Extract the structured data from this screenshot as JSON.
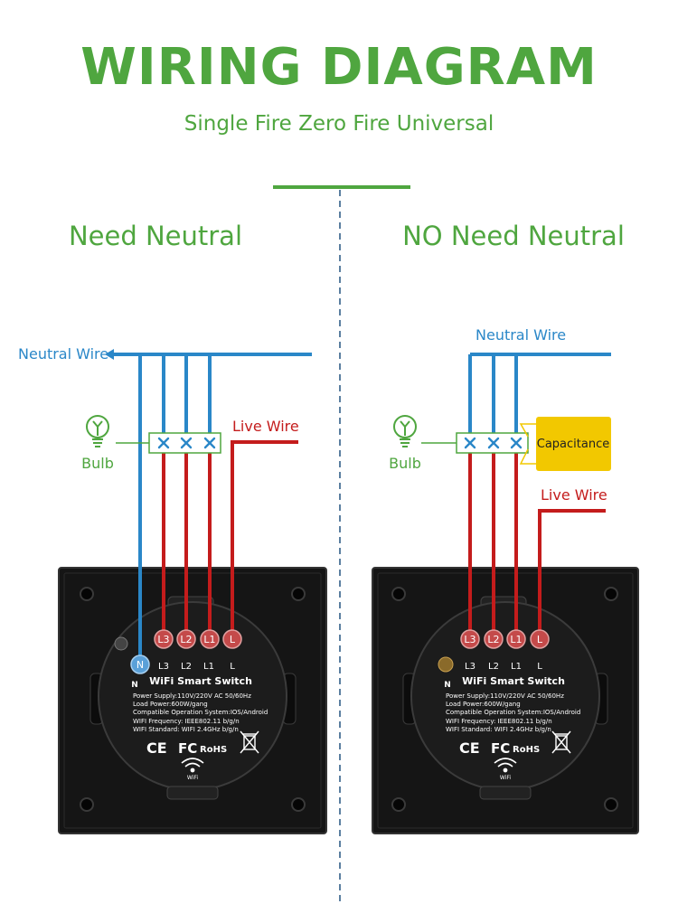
{
  "header": {
    "title": "WIRING DIAGRAM",
    "subtitle": "Single Fire Zero Fire Universal"
  },
  "colors": {
    "green": "#4fa63f",
    "blue": "#2a87c8",
    "red": "#c41c1c",
    "yellow": "#f2c800",
    "panel": "#151515",
    "divider": "#5a7ea0"
  },
  "left": {
    "heading": "Need Neutral",
    "neutral_label": "Neutral Wire",
    "live_label": "Live Wire",
    "bulb_label": "Bulb",
    "bulb_icon": "lightbulb-icon"
  },
  "right": {
    "heading": "NO Need Neutral",
    "neutral_label": "Neutral Wire",
    "live_label": "Live Wire",
    "bulb_label": "Bulb",
    "bulb_icon": "lightbulb-icon",
    "capacitance_label": "Capacitance"
  },
  "panel": {
    "terminal_tags": [
      "L3",
      "L2",
      "L1",
      "L"
    ],
    "terminal_labels": [
      "L3",
      "L2",
      "L1",
      "L"
    ],
    "neutral_tag": "N",
    "neutral_label": "N",
    "product_name": "WiFi Smart Switch",
    "spec_lines": [
      "Power Supply:110V/220V AC  50/60Hz",
      "Load Power:600W/gang",
      "Compatible Operation System:IOS/Android",
      "WIFI Frequency: IEEE802.11 b/g/n",
      "WIFI Standard: WIFI 2.4GHz b/g/n"
    ],
    "cert_marks": [
      "CE",
      "FC",
      "RoHS"
    ],
    "wifi_label": "WiFi",
    "wifi_icon": "wifi-icon",
    "weee_icon": "weee-bin-icon"
  }
}
